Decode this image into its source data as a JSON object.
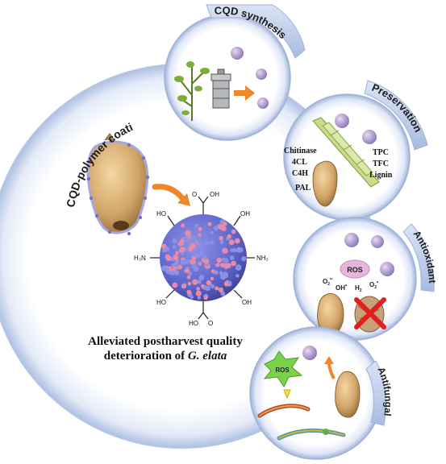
{
  "labels": {
    "cqd_synthesis": "CQD synthesis",
    "preservation": "Preservation",
    "antioxidant": "Antioxidant",
    "antifungal": "Antifungal",
    "cqd_polymer_coating": "CQD-polymer coating"
  },
  "preservation_terms": {
    "left": [
      "Chitinase",
      "4CL",
      "C4H",
      "PAL"
    ],
    "right": [
      "TPC",
      "TFC",
      "Lignin"
    ]
  },
  "antioxidant_terms": {
    "ros": "ROS",
    "o2": "O",
    "oh": "OH",
    "h2": "H",
    "o2b": "O"
  },
  "antifungal_terms": {
    "ros": "ROS"
  },
  "chem_groups": {
    "oh_top": "OH",
    "o_top": "O",
    "ho_top_left": "HO",
    "oh_top_right": "OH",
    "h3n_left": "H₃N",
    "nh3_right": "NH₃",
    "ho_bottom_left": "HO",
    "ho_bottom": "HO",
    "o_bottom": "O",
    "oh_bottom_right": "OH"
  },
  "caption": {
    "line1": "Alleviated postharvest quality",
    "line2_prefix": "deterioration of ",
    "line2_species": "G. elata"
  },
  "colors": {
    "ring": "#c9d6ee",
    "ring_edge": "#9fb3da",
    "tab": "#b9c8e6",
    "nanoparticle_core": "#5b63c9",
    "nanoparticle_dot": "#e98aa6",
    "arrow": "#f0862b",
    "red_cross": "#e01f1f"
  }
}
